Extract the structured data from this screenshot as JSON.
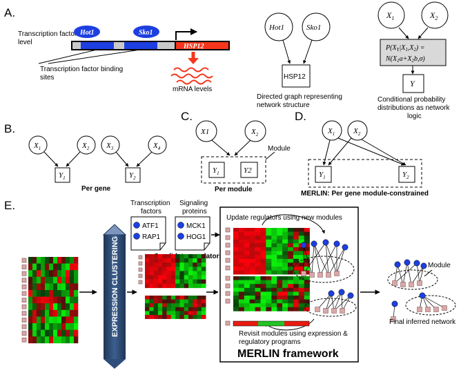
{
  "panels": {
    "A": "A.",
    "B": "B.",
    "C": "C.",
    "D": "D.",
    "E": "E."
  },
  "panel_a": {
    "tf_level": "Transcription factor",
    "tf_level_2": "level",
    "hot1": "Hot1",
    "sko1": "Sko1",
    "hsp12": "HSP12",
    "binding_sites_1": "Transcription factor binding",
    "binding_sites_2": "sites",
    "mrna": "mRNA levels",
    "graph_hot1": "Hot1",
    "graph_sko1": "Sko1",
    "graph_hsp12": "HSP12",
    "directed_1": "Directed graph representing",
    "directed_2": "network structure",
    "x1": "X",
    "x1_sub": "1",
    "x2": "X",
    "x2_sub": "2",
    "cpd_line1": "P(X",
    "cpd_line1b": "|X",
    "cpd_line1c": ",X",
    "cpd_line1d": ") =",
    "cpd_line2": "N(X",
    "cpd_line2b": "a+X",
    "cpd_line2c": "b,σ)",
    "y": "Y",
    "cond_1": "Conditional probability",
    "cond_2": "distributions as network",
    "cond_3": "logic"
  },
  "panel_b": {
    "caption": "Per gene",
    "x1": "X",
    "x1_sub": "1",
    "x2": "X",
    "x2_sub": "2",
    "x3": "X",
    "x3_sub": "3",
    "x4": "X",
    "x4_sub": "4",
    "y1": "Y",
    "y1_sub": "1",
    "y2": "Y",
    "y2_sub": "2"
  },
  "panel_c": {
    "caption": "Per module",
    "module": "Module",
    "x1": "X1",
    "x2": "X",
    "x2_sub": "2",
    "y1": "Y",
    "y1_sub": "1",
    "y2": "Y2"
  },
  "panel_d": {
    "caption": "MERLIN: Per gene module-constrained",
    "x1": "X",
    "x1_sub": "1",
    "x2": "X",
    "x2_sub": "2",
    "y1": "Y",
    "y1_sub": "1",
    "y2": "Y",
    "y2_sub": "2"
  },
  "panel_e": {
    "tf_header_1": "Transcription",
    "tf_header_2": "factors",
    "sig_header_1": "Signaling",
    "sig_header_2": "proteins",
    "tf_items": [
      "ATF1",
      "RAP1"
    ],
    "sig_items": [
      "MCK1",
      "HOG1"
    ],
    "candidate": "Candidate regulators",
    "clustering": "EXPRESSION CLUSTERING",
    "update": "Update regulators using new modules",
    "revisit_1": "Revisit modules using expression &",
    "revisit_2": "regulatory programs",
    "framework": "MERLIN framework",
    "module": "Module",
    "final": "Final inferred network"
  },
  "colors": {
    "blue_tf": "#1d3fe0",
    "red_gene": "#f5361c",
    "pillar": "#2f4d7a",
    "heat_red": "#e81a12",
    "heat_green": "#22c322",
    "gene_square": "#d8a8a8"
  }
}
